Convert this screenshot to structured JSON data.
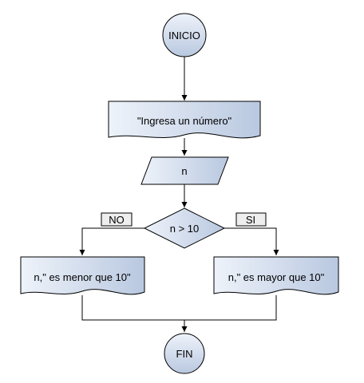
{
  "flowchart": {
    "start": {
      "label": "INICIO",
      "shape": "circle"
    },
    "prompt": {
      "label": "\"Ingresa un número\"",
      "shape": "document"
    },
    "input": {
      "label": "n",
      "shape": "parallelogram"
    },
    "decision": {
      "label": "n > 10",
      "shape": "diamond"
    },
    "branch_no": {
      "label": "NO"
    },
    "branch_yes": {
      "label": "SI"
    },
    "output_no": {
      "label": "n,\" es menor que 10\"",
      "shape": "document"
    },
    "output_yes": {
      "label": "n,\" es mayor que 10\"",
      "shape": "document"
    },
    "end": {
      "label": "FIN",
      "shape": "circle"
    }
  },
  "colors": {
    "fill_light": "#eef3fa",
    "fill_dark": "#b9c8e0",
    "stroke": "#000000",
    "branch_label_bg": "#eeeeee"
  }
}
